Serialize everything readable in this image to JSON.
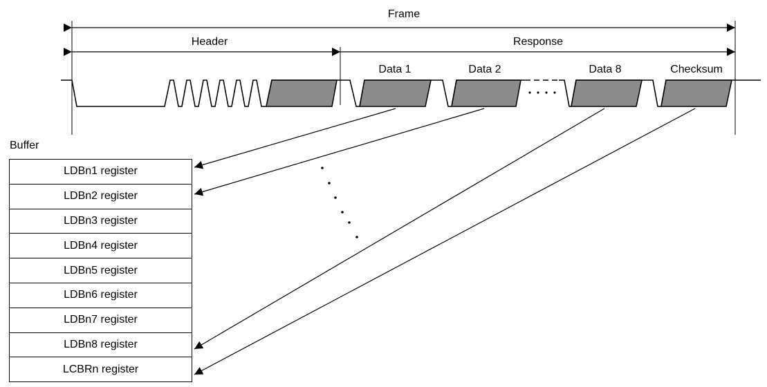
{
  "colors": {
    "line": "#000000",
    "field_fill": "#8c8c8c",
    "background": "#ffffff"
  },
  "labels": {
    "frame": "Frame",
    "header": "Header",
    "response": "Response",
    "data1": "Data 1",
    "data2": "Data 2",
    "data8": "Data 8",
    "checksum": "Checksum",
    "buffer": "Buffer"
  },
  "registers": [
    "LDBn1 register",
    "LDBn2 register",
    "LDBn3 register",
    "LDBn4 register",
    "LDBn5 register",
    "LDBn6 register",
    "LDBn7 register",
    "LDBn8 register",
    "LCBRn register"
  ]
}
